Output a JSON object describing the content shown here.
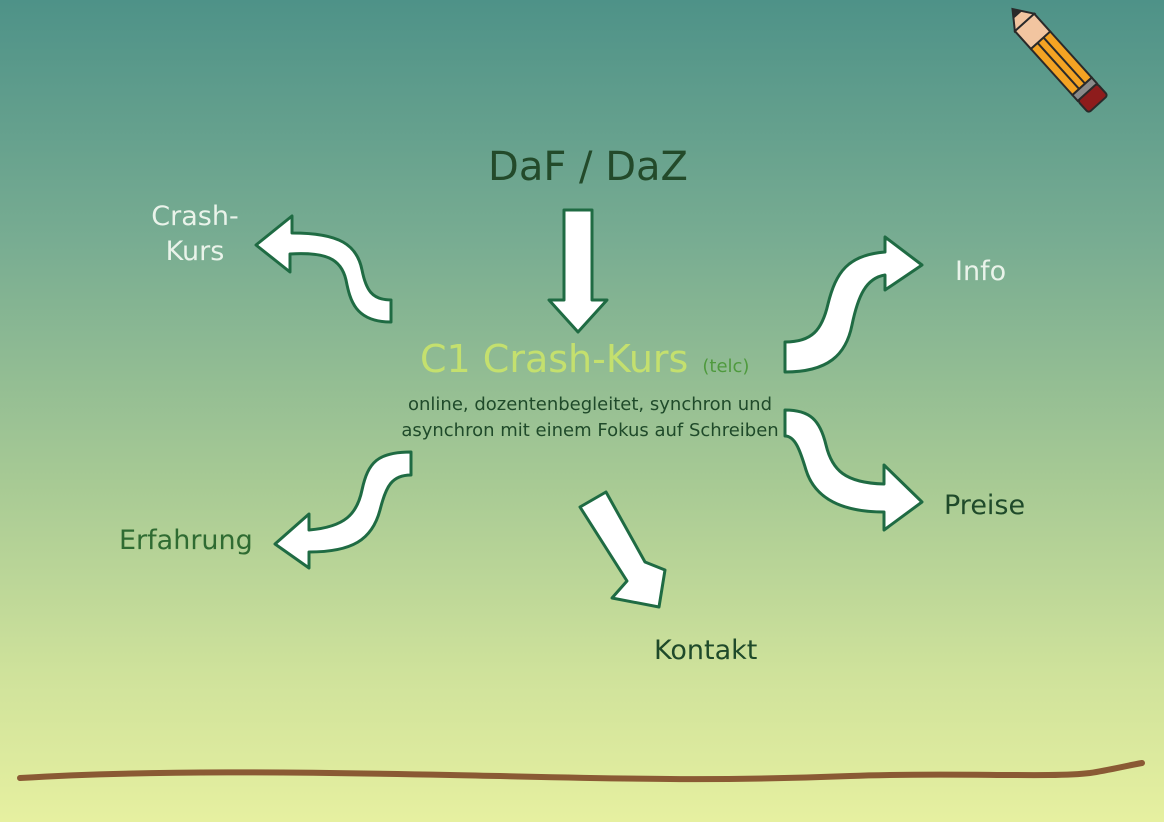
{
  "heading": "DaF / DaZ",
  "course": {
    "title": "C1 Crash-Kurs",
    "tag": "(telc)",
    "description": "online, dozentenbegleitet, synchron und asynchron mit einem Fokus auf Schreiben"
  },
  "nav": {
    "crash_kurs": "Crash- Kurs",
    "info": "Info",
    "preise": "Preise",
    "erfahrung": "Erfahrung",
    "kontakt": "Kontakt"
  },
  "icons": {
    "pencil": "pencil-icon"
  },
  "colors": {
    "background_top": "#4e9288",
    "background_bottom": "#e6f0a0",
    "arrow_fill": "#ffffff",
    "arrow_outline": "#1f6b43",
    "heading_text": "#234a2a",
    "title_text": "#c4e06e",
    "ground_line": "#8a5a34"
  }
}
